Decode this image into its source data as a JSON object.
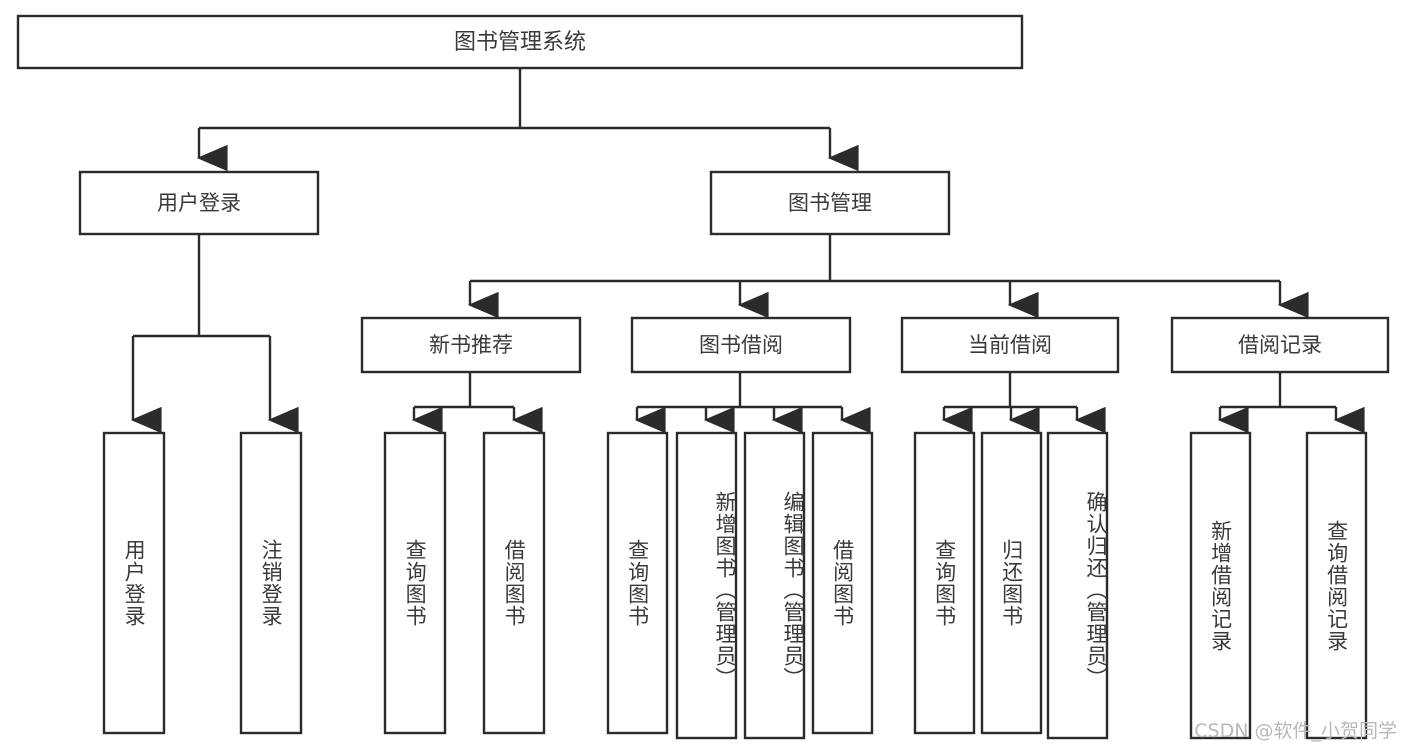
{
  "diagram": {
    "type": "tree",
    "title": "图书管理系统",
    "watermark": "CSDN @软件_小贺同学",
    "colors": {
      "background": "#ffffff",
      "box_fill": "#ffffff",
      "box_stroke": "#2b2b2b",
      "text": "#3a3a3a",
      "watermark": "#b9b9b9"
    },
    "levels": {
      "root": {
        "label": "图书管理系统"
      },
      "level2": [
        {
          "label": "用户登录"
        },
        {
          "label": "图书管理"
        }
      ],
      "level3": [
        {
          "label": "新书推荐"
        },
        {
          "label": "图书借阅"
        },
        {
          "label": "当前借阅"
        },
        {
          "label": "借阅记录"
        }
      ]
    },
    "leaves": {
      "user_login": [
        {
          "label": "用户登录"
        },
        {
          "label": "注销登录"
        }
      ],
      "new_book_recommend": [
        {
          "label": "查询图书"
        },
        {
          "label": "借阅图书"
        }
      ],
      "book_borrow": [
        {
          "label": "查询图书"
        },
        {
          "label": "新增图书（管理员）"
        },
        {
          "label": "编辑图书（管理员）"
        },
        {
          "label": "借阅图书"
        }
      ],
      "current_borrow": [
        {
          "label": "查询图书"
        },
        {
          "label": "归还图书"
        },
        {
          "label": "确认归还（管理员）"
        }
      ],
      "borrow_record": [
        {
          "label": "新增借阅记录"
        },
        {
          "label": "查询借阅记录"
        }
      ]
    }
  }
}
